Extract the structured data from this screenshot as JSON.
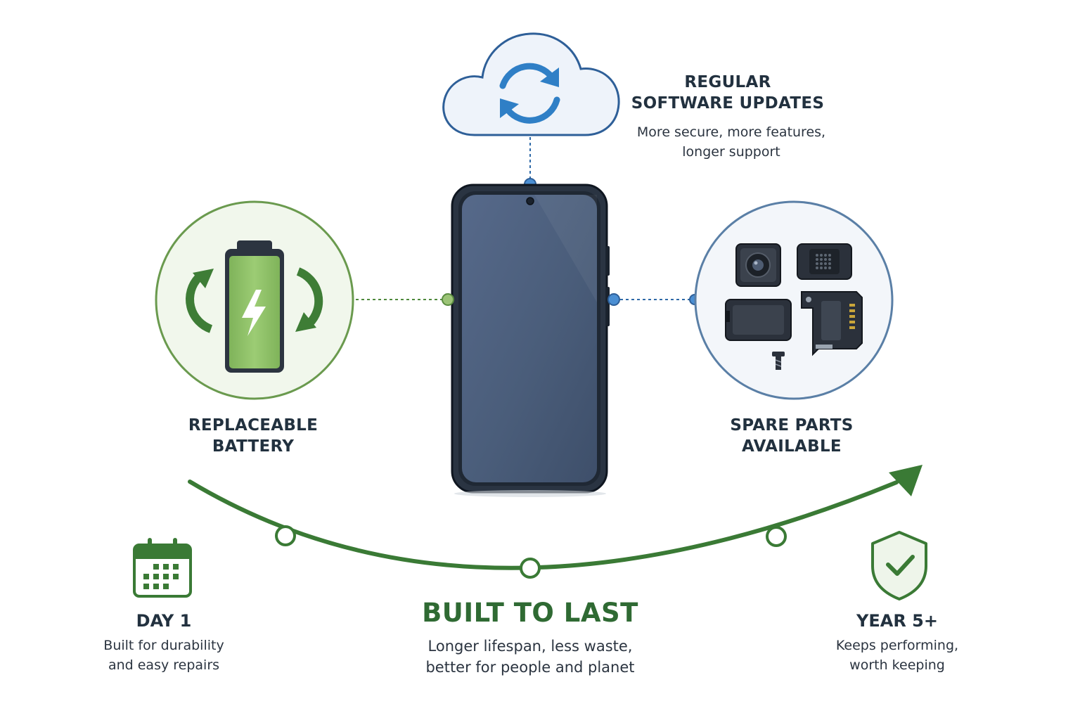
{
  "software": {
    "title_line1": "REGULAR",
    "title_line2": "SOFTWARE UPDATES",
    "desc_line1": "More secure, more features,",
    "desc_line2": "longer support",
    "icon": "cloud-sync-icon"
  },
  "battery": {
    "title_line1": "REPLACEABLE",
    "title_line2": "BATTERY",
    "icon": "battery-charging-icon"
  },
  "spare_parts": {
    "title_line1": "SPARE PARTS",
    "title_line2": "AVAILABLE",
    "icon": "spare-parts-icon"
  },
  "timeline": {
    "start": {
      "title": "DAY 1",
      "desc_line1": "Built for durability",
      "desc_line2": "and easy repairs",
      "icon": "calendar-icon"
    },
    "center": {
      "title": "BUILT TO LAST",
      "desc_line1": "Longer lifespan, less waste,",
      "desc_line2": "better for people and planet"
    },
    "end": {
      "title": "YEAR 5+",
      "desc_line1": "Keeps performing,",
      "desc_line2": "worth keeping",
      "icon": "shield-check-icon"
    }
  },
  "colors": {
    "green": "#3f7d3a",
    "light_green": "#8dbf6a",
    "blue": "#3a7fc4",
    "navy": "#22313f",
    "phone_screen": "#4a5d78"
  }
}
